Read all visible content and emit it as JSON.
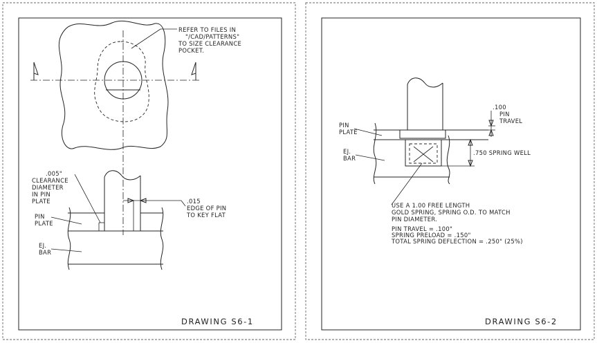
{
  "drawings": [
    {
      "title": "DRAWING S6-1",
      "notes": {
        "refer_line1": "REFER TO FILES IN",
        "refer_line2": "\"/CAD/PATTERNS\"",
        "refer_line3": "TO SIZE CLEARANCE",
        "refer_line4": "POCKET.",
        "clearance_line1": ".005\"",
        "clearance_line2": "CLEARANCE",
        "clearance_line3": "DIAMETER",
        "clearance_line4": "IN PIN",
        "clearance_line5": "PLATE",
        "edge_line1": ".015",
        "edge_line2": "EDGE OF PIN",
        "edge_line3": "TO KEY FLAT",
        "pin_plate_line1": "PIN",
        "pin_plate_line2": "PLATE",
        "ej_bar_line1": "EJ.",
        "ej_bar_line2": "BAR"
      }
    },
    {
      "title": "DRAWING S6-2",
      "notes": {
        "travel_line1": ".100",
        "travel_line2": "PIN",
        "travel_line3": "TRAVEL",
        "pin_plate_line1": "PIN",
        "pin_plate_line2": "PLATE",
        "ej_bar_line1": "EJ.",
        "ej_bar_line2": "BAR",
        "spring_well": ".750 SPRING WELL",
        "use_line1": "USE A 1.00 FREE LENGTH",
        "use_line2": "GOLD SPRING, SPRING O.D. TO MATCH",
        "use_line3": "PIN DIAMETER.",
        "spec_line1": "PIN TRAVEL = .100\"",
        "spec_line2": "SPRING PRELOAD = .150\"",
        "spec_line3": "TOTAL SPRING DEFLECTION = .250\" (25%)"
      }
    }
  ]
}
